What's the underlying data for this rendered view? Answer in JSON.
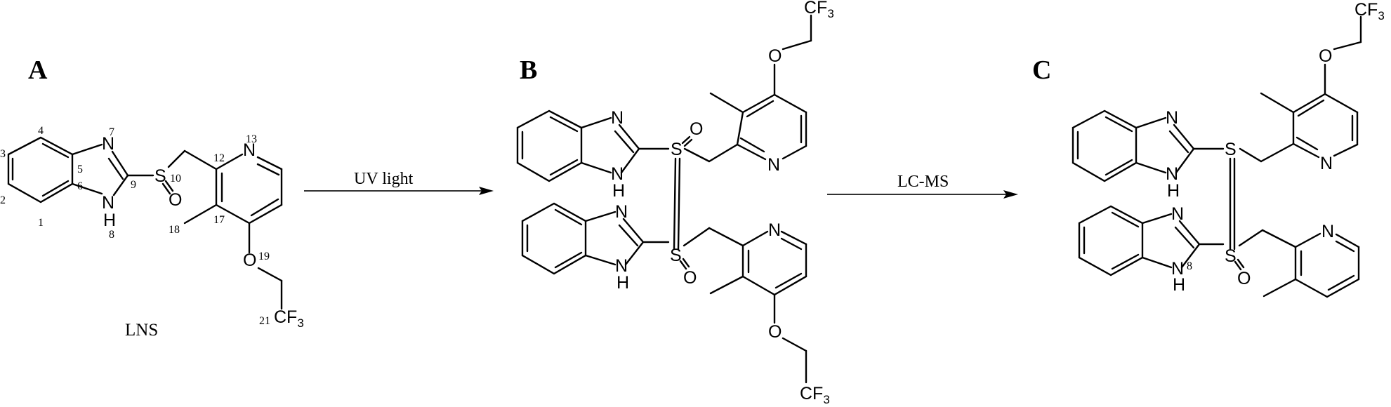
{
  "figure": {
    "panels": [
      {
        "id": "A",
        "label": "A",
        "compound_name": "LNS"
      },
      {
        "id": "B",
        "label": "B"
      },
      {
        "id": "C",
        "label": "C"
      }
    ],
    "arrows": [
      {
        "from": "A",
        "to": "B",
        "label": "UV light"
      },
      {
        "from": "B",
        "to": "C",
        "label": "LC-MS"
      }
    ],
    "atoms": {
      "N": "N",
      "H": "H",
      "S": "S",
      "O": "O",
      "CF3_C": "CF",
      "CF3_sub": "3"
    },
    "atom_numbering_A": {
      "n1": "1",
      "n2": "2",
      "n3": "3",
      "n4": "4",
      "n5": "5",
      "n6": "6",
      "n7": "7",
      "n8": "8",
      "n9": "9",
      "n10": "10",
      "n12": "12",
      "n13": "13",
      "n17": "17",
      "n18": "18",
      "n19": "19",
      "n21": "21"
    },
    "atom_numbering_C": {
      "n8": "8"
    },
    "colors": {
      "ink": "#000000",
      "arrow": "#333333",
      "background": "#ffffff"
    }
  }
}
